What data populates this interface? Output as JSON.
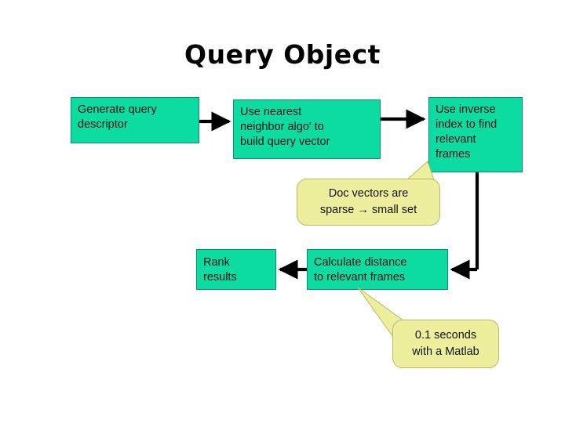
{
  "slide": {
    "title": "Query Object",
    "background_color": "#ffffff"
  },
  "colors": {
    "process_fill": "#0DDCA2",
    "process_border": "#0B8F6C",
    "callout_fill": "#EDEF9C",
    "callout_border": "#B8B86A",
    "arrow": "#000000",
    "text": "#111111",
    "title": "#000000"
  },
  "flow": {
    "boxes": [
      {
        "id": "generate-query-descriptor",
        "label": "Generate  query\ndescriptor"
      },
      {
        "id": "nearest-neighbor",
        "label": "Use nearest\nneighbor algo' to\nbuild query vector"
      },
      {
        "id": "inverse-index",
        "label": "Use inverse\nindex to find\nrelevant\nframes"
      },
      {
        "id": "calculate-distance",
        "label": "Calculate distance\nto relevant frames"
      },
      {
        "id": "rank-results",
        "label": "Rank\nresults"
      }
    ],
    "callouts": [
      {
        "id": "doc-vectors-note",
        "label": "Doc vectors are\nsparse → small set"
      },
      {
        "id": "matlab-timing-note",
        "label": "0.1 seconds\nwith a Matlab"
      }
    ],
    "connectors": [
      {
        "id": "arrow-generate-to-nearest",
        "from": "generate-query-descriptor",
        "to": "nearest-neighbor",
        "kind": "straight-right"
      },
      {
        "id": "arrow-nearest-to-inverse",
        "from": "nearest-neighbor",
        "to": "inverse-index",
        "kind": "straight-right"
      },
      {
        "id": "arrow-inverse-to-calculate",
        "from": "inverse-index",
        "to": "calculate-distance",
        "kind": "elbow-down-left"
      },
      {
        "id": "arrow-calculate-to-rank",
        "from": "calculate-distance",
        "to": "rank-results",
        "kind": "straight-left"
      }
    ]
  }
}
